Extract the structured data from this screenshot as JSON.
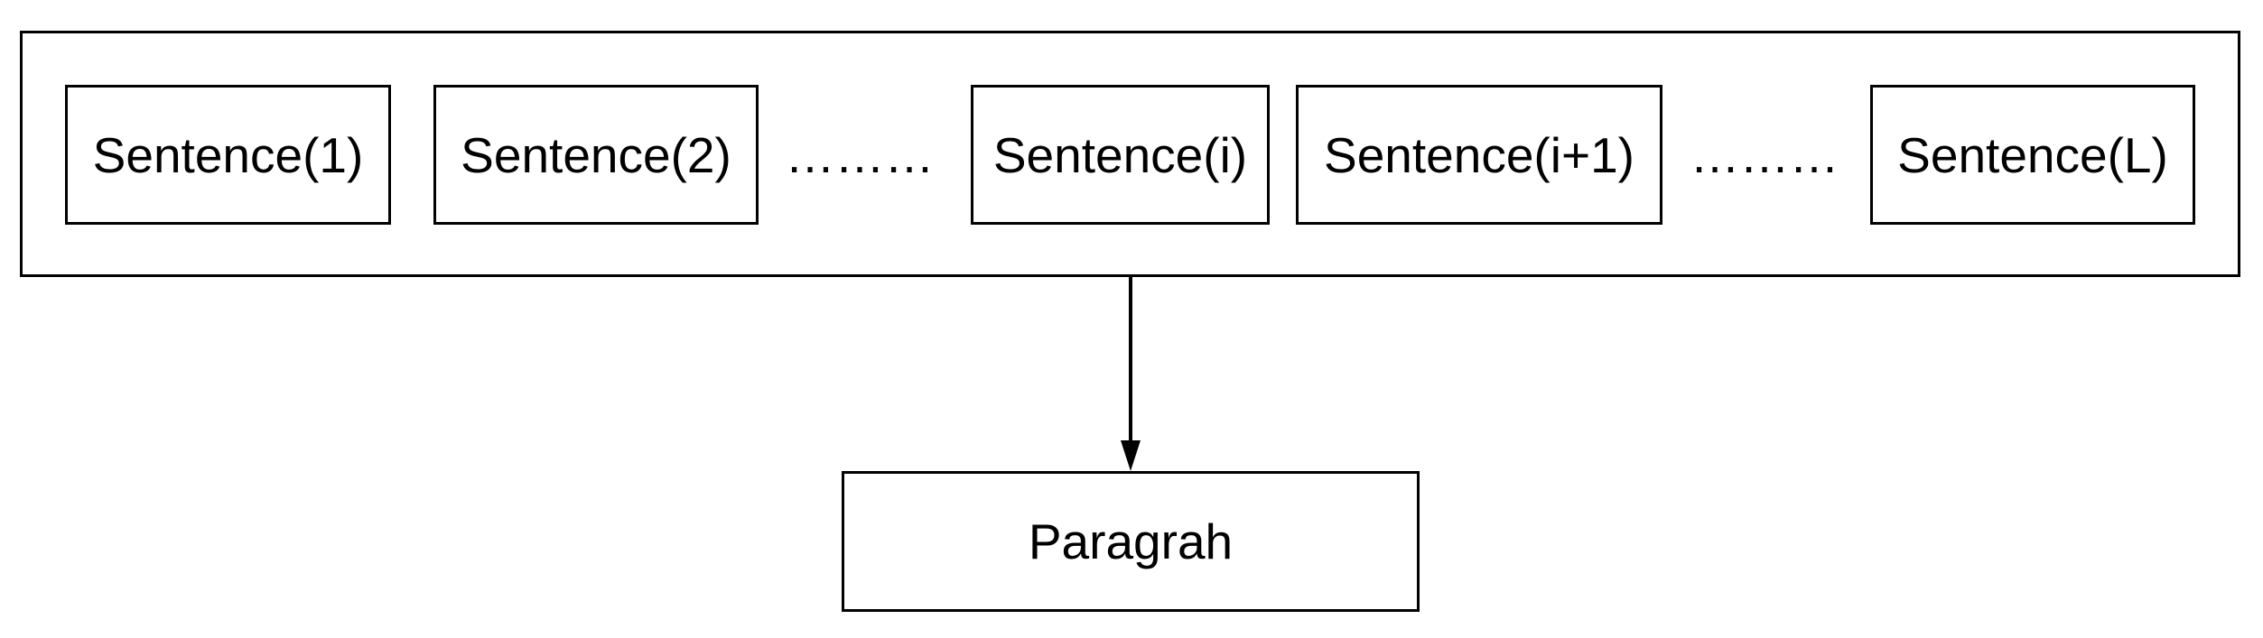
{
  "diagram": {
    "sentences": [
      {
        "label": "Sentence(1)"
      },
      {
        "label": "Sentence(2)"
      },
      {
        "label": "Sentence(i)"
      },
      {
        "label": "Sentence(i+1)"
      },
      {
        "label": "Sentence(L)"
      }
    ],
    "ellipsis": [
      "………",
      "………"
    ],
    "paragraph": {
      "label": "Paragrah"
    },
    "edges": [
      {
        "from": "sentences-container",
        "to": "paragraph"
      }
    ]
  }
}
